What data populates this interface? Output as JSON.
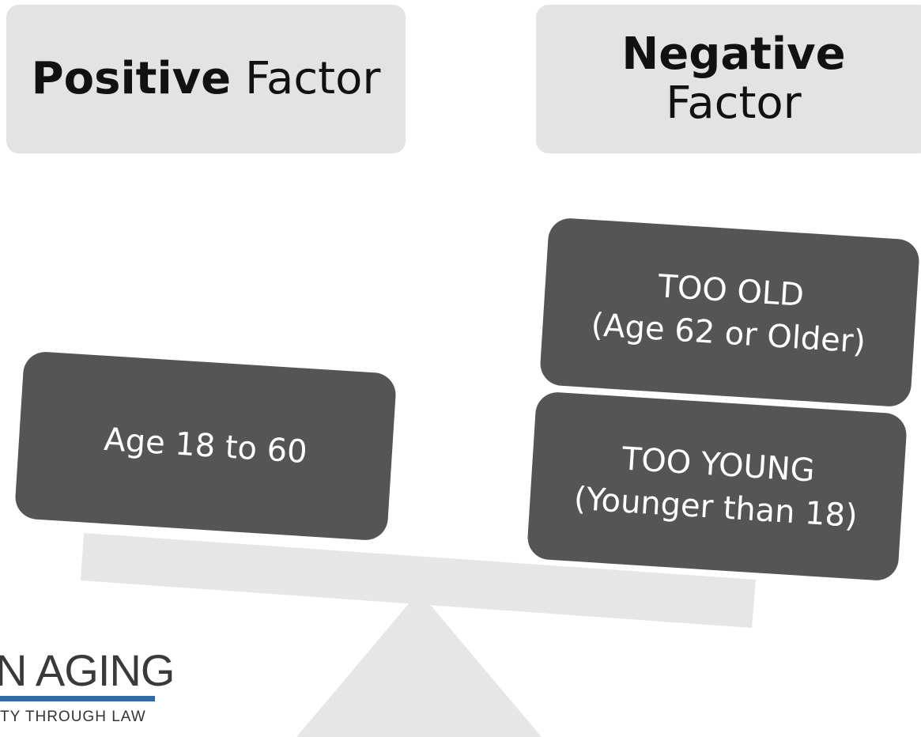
{
  "headers": {
    "positive": {
      "bold": "Positive",
      "normal": "Factor"
    },
    "negative": {
      "bold": "Negative",
      "normal": "Factor"
    }
  },
  "weights": {
    "positive": {
      "line1": "Age 18 to 60"
    },
    "too_old": {
      "line1": "TOO OLD",
      "line2": "(Age 62 or Older)"
    },
    "too_young": {
      "line1": "TOO YOUNG",
      "line2": "(Younger than 18)"
    }
  },
  "logo": {
    "name": "N AGING",
    "tagline": "TY THROUGH LAW"
  },
  "colors": {
    "header_bg": "#e3e3e3",
    "weight_bg": "#555555",
    "scale_gray": "#e6e6e6",
    "logo_blue": "#2f6aa6"
  }
}
